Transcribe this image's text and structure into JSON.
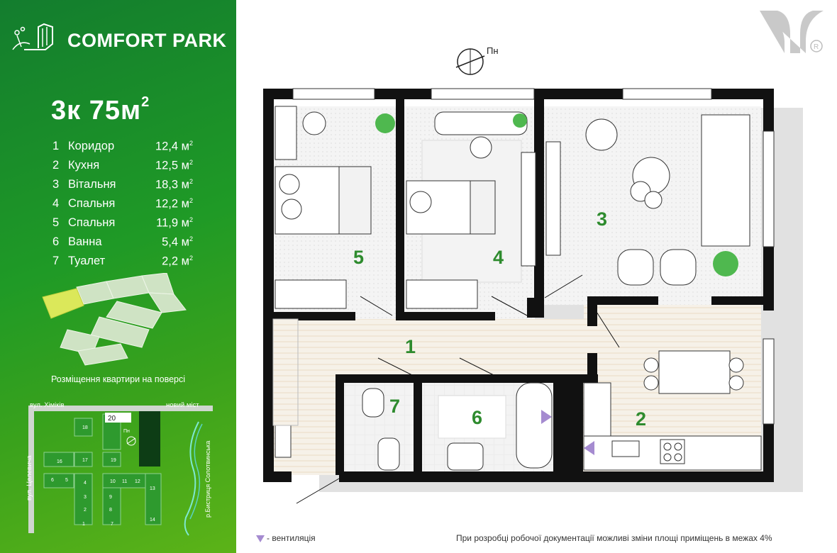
{
  "brand": {
    "name": "COMFORT PARK"
  },
  "apartment": {
    "title_rooms": "3к 75м",
    "title_sup": "2"
  },
  "rooms": [
    {
      "num": "1",
      "name": "Коридор",
      "area": "12,4 м",
      "sup": "2"
    },
    {
      "num": "2",
      "name": "Кухня",
      "area": "12,5 м",
      "sup": "2"
    },
    {
      "num": "3",
      "name": "Вітальня",
      "area": "18,3 м",
      "sup": "2"
    },
    {
      "num": "4",
      "name": "Спальня",
      "area": "12,2 м",
      "sup": "2"
    },
    {
      "num": "5",
      "name": "Спальня",
      "area": "11,9 м",
      "sup": "2"
    },
    {
      "num": "6",
      "name": "Ванна",
      "area": "5,4 м",
      "sup": "2"
    },
    {
      "num": "7",
      "name": "Туалет",
      "area": "2,2 м",
      "sup": "2"
    }
  ],
  "placement_caption": "Розміщення квартири на поверсі",
  "map": {
    "street_top": "вул. Хіміків",
    "bridge": "новий міст",
    "street_left": "вул. Целевича",
    "river": "р.Бистриця Солотвинська",
    "north": "Пн",
    "building_numbers": [
      "20",
      "18",
      "16",
      "17",
      "19",
      "6",
      "5",
      "4",
      "3",
      "2",
      "1",
      "10",
      "11",
      "12",
      "13",
      "9",
      "8",
      "7",
      "14"
    ]
  },
  "plan": {
    "compass_label": "Пн",
    "room_labels": [
      "1",
      "2",
      "3",
      "4",
      "5",
      "6",
      "7"
    ]
  },
  "legend": {
    "vent": "- вентиляція"
  },
  "disclaimer": "При розробці робочої документації можливі зміни площі приміщень в межах 4%",
  "colors": {
    "green_dark": "#137d2e",
    "green_light": "#5cb318",
    "room_number": "#2e8b2e",
    "vent": "#a58bd0",
    "wall": "#111111"
  }
}
